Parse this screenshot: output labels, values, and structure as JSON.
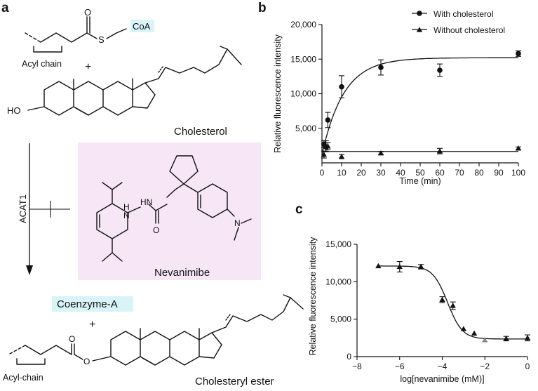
{
  "panels": {
    "a": {
      "letter": "a"
    },
    "b": {
      "letter": "b"
    },
    "c": {
      "letter": "c"
    }
  },
  "scheme": {
    "acyl_chain_label": "Acyl chain",
    "coa_label": "CoA",
    "sulfur": "S",
    "oxygen": "O",
    "plus_top": "+",
    "hydroxyl": "HO",
    "cholesterol_label": "Cholesterol",
    "enzyme_label": "ACAT1",
    "nevanimibe_label": "Nevanimibe",
    "amide_h1": "H",
    "amide_n1": "N",
    "amide_hn": "HN",
    "amide_o": "O",
    "amine_n": "N",
    "coenzyme_label": "Coenzyme-A",
    "plus_bottom": "+",
    "ester_o1": "O",
    "ester_o2": "O",
    "acyl_chain_label_bottom": "Acyl-chain",
    "cholesteryl_ester_label": "Cholesteryl ester",
    "colors": {
      "inhibitor_box": "#f6e6f6",
      "coa_box": "#d9f4f8",
      "coenzyme_box": "#d9f4f8"
    }
  },
  "chart_data": [
    {
      "panel": "b",
      "type": "scatter",
      "xlabel": "Time (min)",
      "ylabel": "Relative fluorescence intensity",
      "xlim": [
        0,
        100
      ],
      "ylim": [
        0,
        20000
      ],
      "xticks": [
        0,
        10,
        20,
        30,
        40,
        50,
        60,
        70,
        80,
        90,
        100
      ],
      "yticks": [
        5000,
        10000,
        15000,
        20000
      ],
      "ytick_labels": [
        "5,000",
        "10,000",
        "15,000",
        "20,000"
      ],
      "legend_position": "top-right",
      "series": [
        {
          "name": "With cholesterol",
          "marker": "circle",
          "x": [
            1,
            2,
            3,
            10,
            30,
            60,
            100
          ],
          "y": [
            2700,
            2300,
            6200,
            11000,
            13800,
            13400,
            15800
          ],
          "err": [
            500,
            600,
            1100,
            1600,
            1100,
            900,
            400
          ],
          "fit": "saturation"
        },
        {
          "name": "Without cholesterol",
          "marker": "triangle",
          "x": [
            1,
            2,
            3,
            10,
            30,
            60,
            100
          ],
          "y": [
            1200,
            2400,
            2400,
            900,
            1400,
            1700,
            2100
          ],
          "err": [
            500,
            800,
            500,
            300,
            200,
            400,
            200
          ],
          "fit": "flat"
        }
      ]
    },
    {
      "panel": "c",
      "type": "scatter",
      "xlabel": "log[nevanimibe (mM)]",
      "ylabel": "Relative fluorescence intensity",
      "xlim": [
        -8,
        0
      ],
      "ylim": [
        0,
        15000
      ],
      "xticks": [
        -8,
        -6,
        -4,
        -2,
        0
      ],
      "xtick_labels": [
        "−8",
        "−6",
        "−4",
        "−2",
        "0"
      ],
      "yticks": [
        0,
        5000,
        10000,
        15000
      ],
      "ytick_labels": [
        "0",
        "5,000",
        "10,000",
        "15,000"
      ],
      "series": [
        {
          "name": "",
          "marker": "triangle",
          "x": [
            -7,
            -6,
            -5,
            -4,
            -3.5,
            -3,
            -2.5,
            -2,
            -1,
            0
          ],
          "y": [
            12100,
            12000,
            12000,
            7600,
            6800,
            3700,
            3100,
            2200,
            2400,
            2500
          ],
          "err": [
            0,
            700,
            300,
            400,
            500,
            0,
            0,
            0,
            300,
            400
          ],
          "colors": [
            "#111111",
            "#111111",
            "#111111",
            "#111111",
            "#111111",
            "#111111",
            "#111111",
            "#888888",
            "#111111",
            "#111111"
          ],
          "fit": "sigmoid"
        }
      ]
    }
  ]
}
